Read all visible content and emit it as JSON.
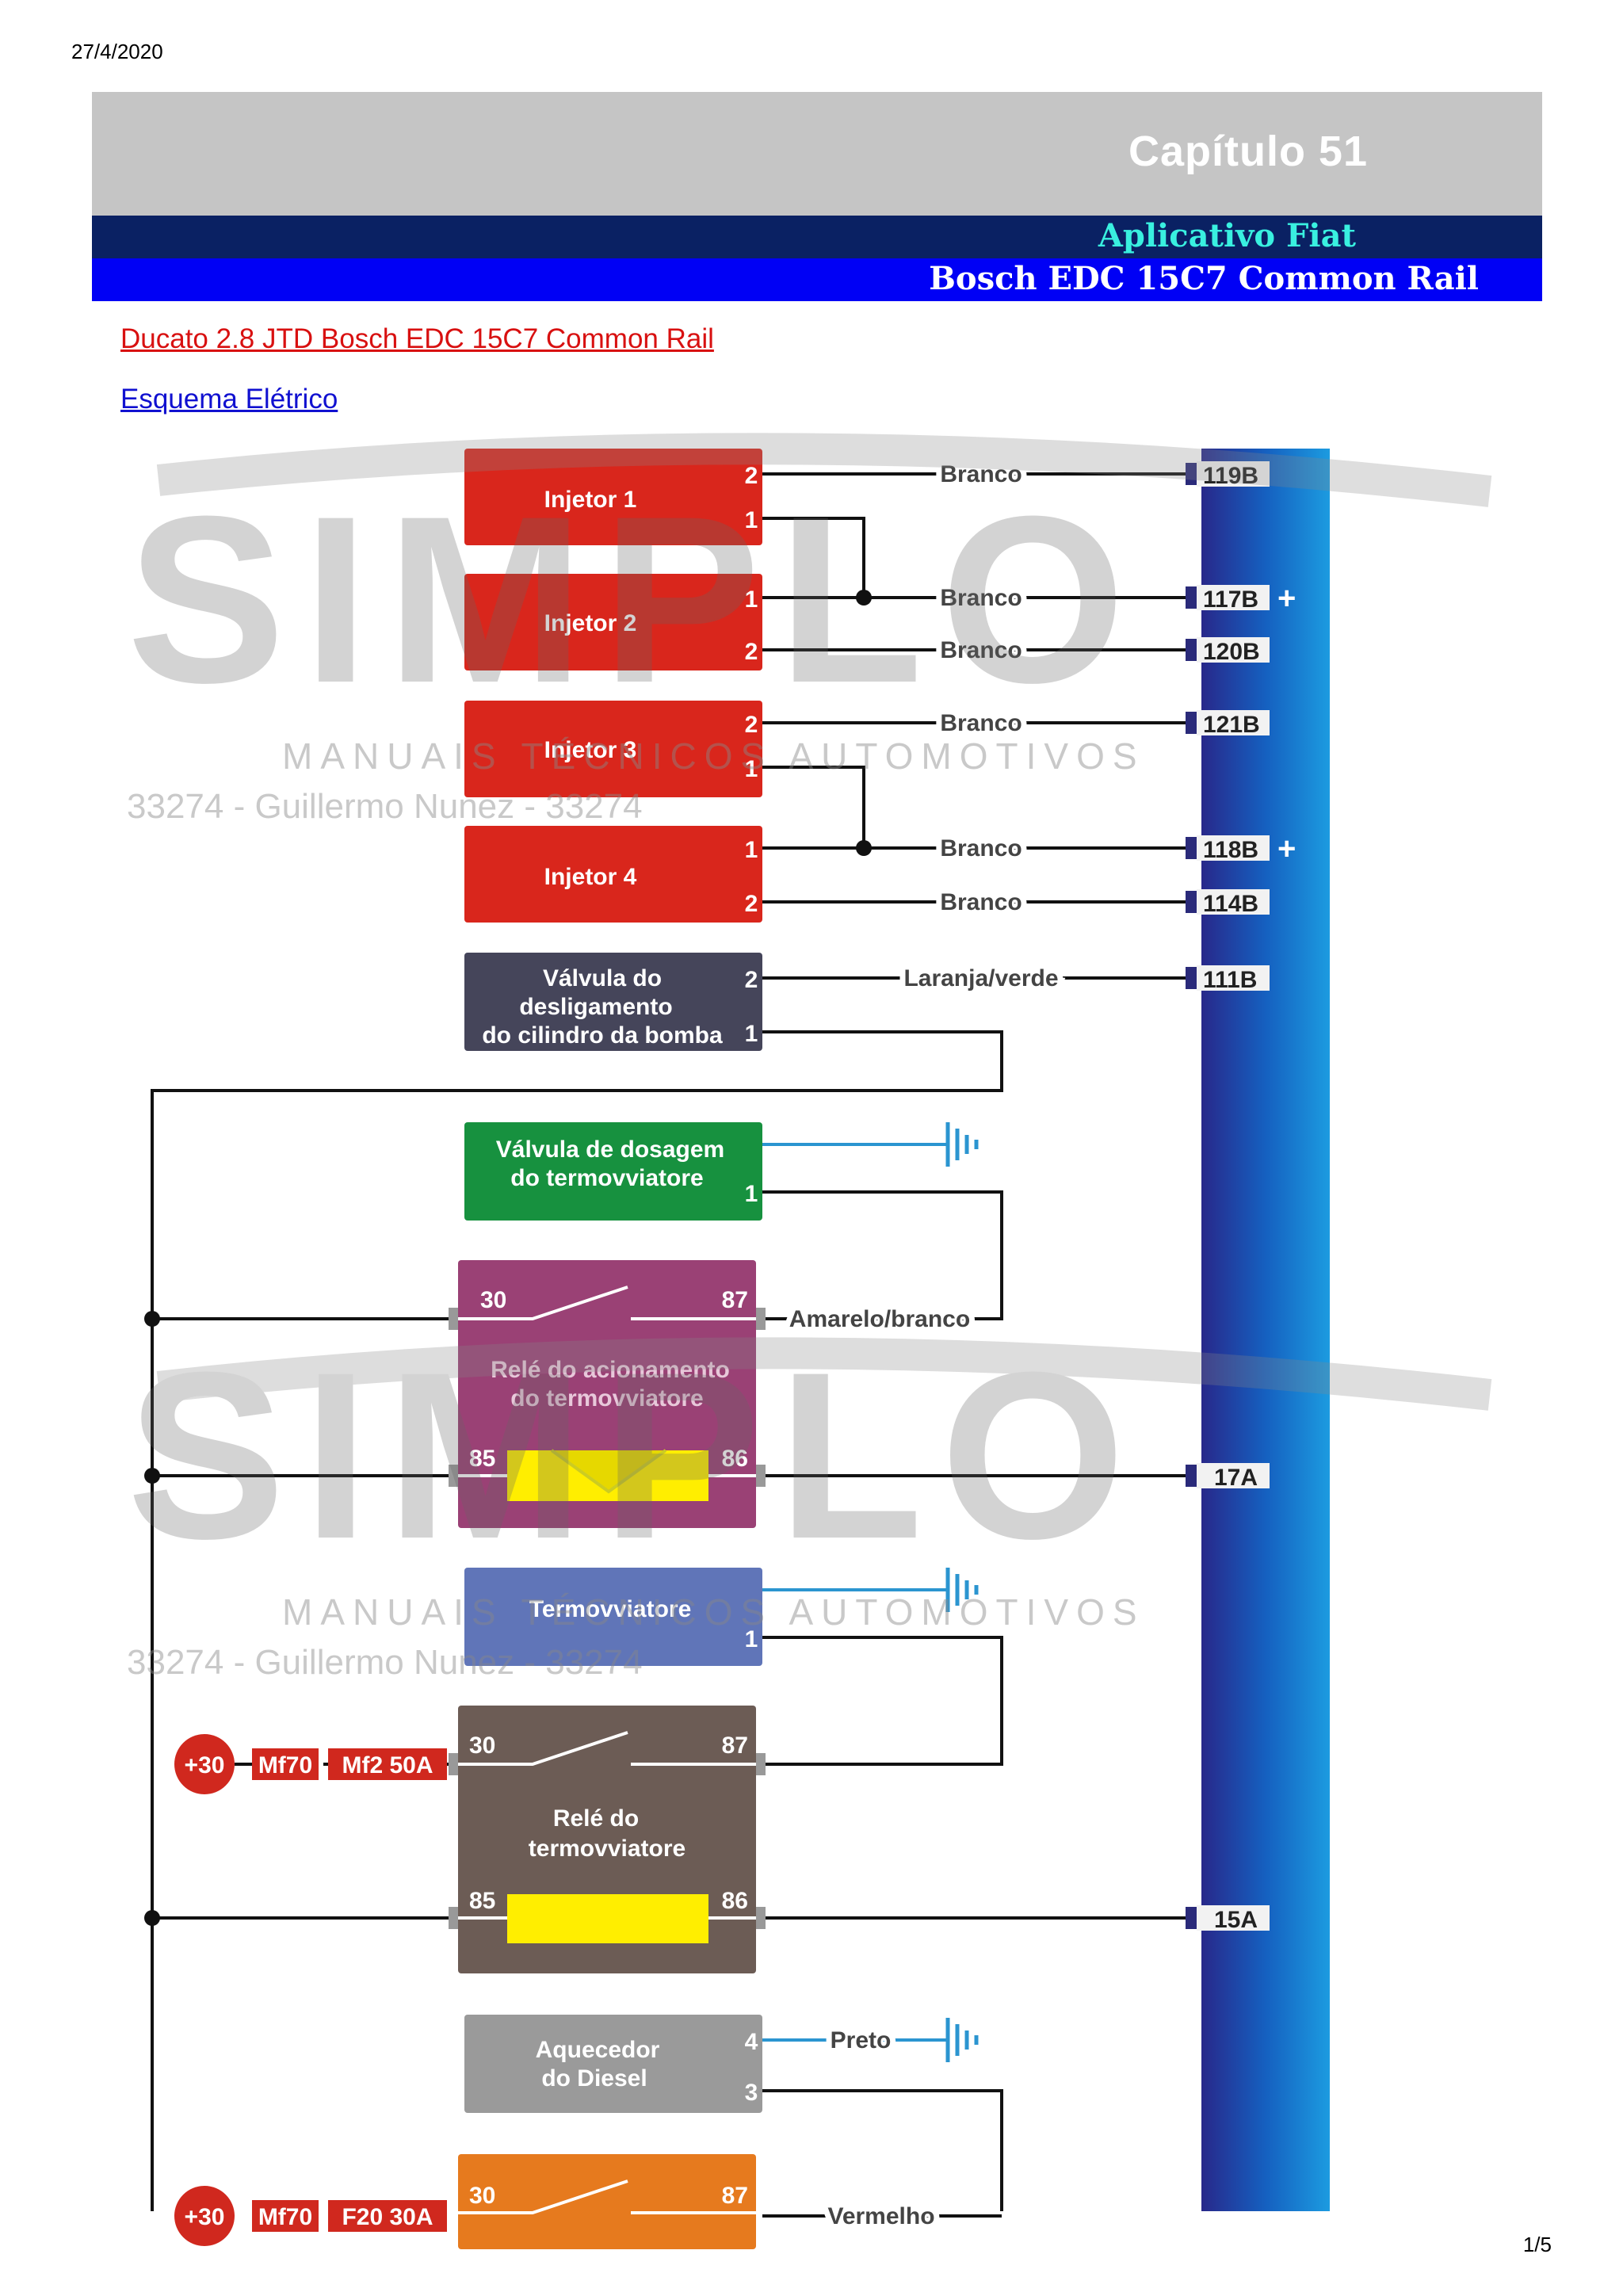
{
  "date": "27/4/2020",
  "page_number": "1/5",
  "header": {
    "chapter": "Capítulo 51",
    "app_line": "Aplicativo Fiat",
    "system_line": "Bosch EDC 15C7 Common Rail"
  },
  "links": {
    "model": "Ducato 2.8 JTD Bosch EDC 15C7 Common Rail",
    "schema": "Esquema Elétrico"
  },
  "watermark": {
    "logo": "SIMPLO",
    "tagline": "MANUAIS TÉCNICOS AUTOMOTIVOS",
    "user": "33274 - Guillermo Nunez - 33274"
  },
  "colors": {
    "injector": "#d9261c",
    "valve_dark": "#45455a",
    "valve_green": "#17913f",
    "relay_purple": "#9a4175",
    "termo_blue": "#6075b8",
    "relay_brown": "#6c5c55",
    "heater_gray": "#9a9a9a",
    "relay_orange": "#e67a1e",
    "coil_yellow": "#ffee00",
    "ground_blue": "#2b95d0",
    "fuse_red": "#d0281e"
  },
  "components": {
    "inj1": "Injetor 1",
    "inj2": "Injetor 2",
    "inj3": "Injetor 3",
    "inj4": "Injetor 4",
    "valve_l1": "Válvula do",
    "valve_l2": "desligamento",
    "valve_l3": "do cilindro da bomba",
    "dos_l1": "Válvula de dosagem",
    "dos_l2": "do termovviatore",
    "relay1_l1": "Relé do acionamento",
    "relay1_l2": "do termovviatore",
    "termo": "Termovviatore",
    "relay2_l1": "Relé do",
    "relay2_l2": "termovviatore",
    "heat_l1": "Aquecedor",
    "heat_l2": "do Diesel"
  },
  "pins": {
    "p1": "1",
    "p2": "2",
    "p3": "3",
    "p4": "4",
    "p30": "30",
    "p87": "87",
    "p85": "85",
    "p86": "86"
  },
  "wires": {
    "branco": "Branco",
    "laranja": "Laranja/verde",
    "amarelo": "Amarelo/branco",
    "preto": "Preto",
    "vermelho": "Vermelho"
  },
  "ecu_pins": {
    "p119": "119B",
    "p117": "117B",
    "p120": "120B",
    "p121": "121B",
    "p118": "118B",
    "p114": "114B",
    "p111": "111B",
    "p17": "17A",
    "p15": "15A",
    "plus": "+"
  },
  "supply": {
    "plus30": "+30",
    "mf70": "Mf70",
    "mf2": "Mf2 50A",
    "f20": "F20 30A"
  }
}
